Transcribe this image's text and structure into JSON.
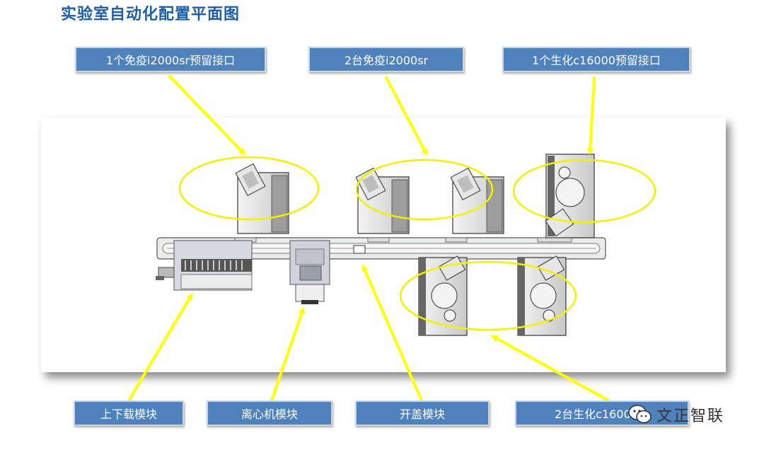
{
  "header": {
    "title": "实验室自动化配置平面图"
  },
  "labels": {
    "top_left": "1个免疫i2000sr预留接口",
    "top_mid": "2台免疫i2000sr",
    "top_right": "1个生化c16000预留接口",
    "bottom_1": "上下载模块",
    "bottom_2": "离心机模块",
    "bottom_3": "开盖模块",
    "bottom_4": "2台生化c16000"
  },
  "watermark": {
    "text": "文正智联",
    "icon": "wechat-icon"
  },
  "colors": {
    "title": "#1c5ea8",
    "label_fill": "#4f81bd",
    "arrow": "#ffff00",
    "ellipse": "#f2f200",
    "panel": "#ffffff",
    "track": "#e8ecef"
  }
}
